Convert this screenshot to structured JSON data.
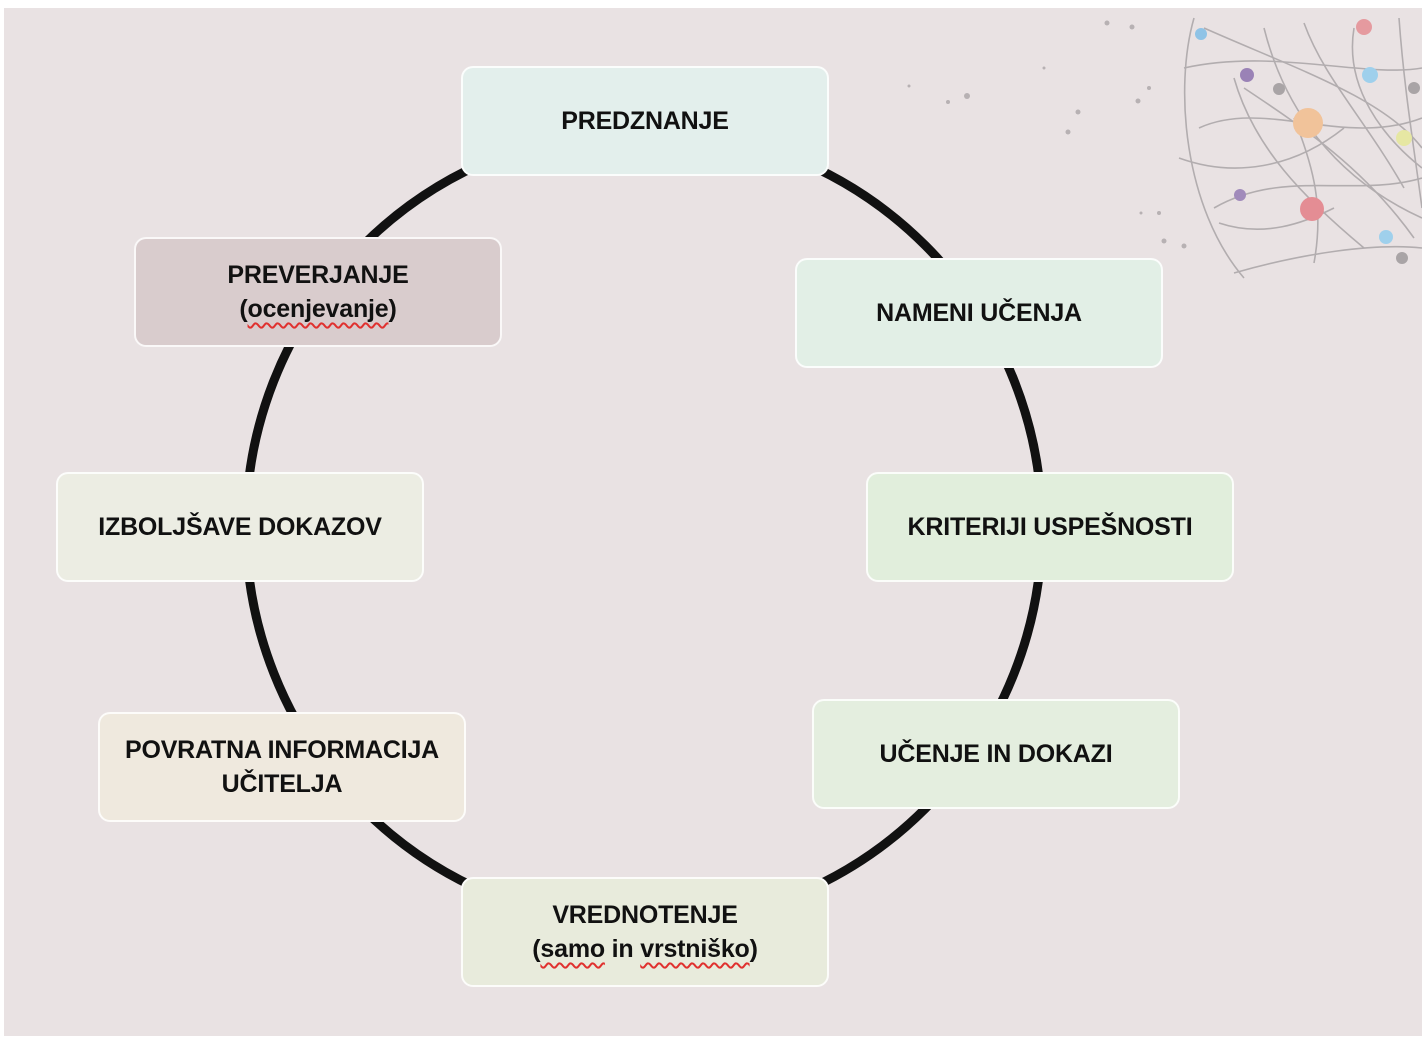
{
  "diagram": {
    "type": "cycle",
    "nodes": [
      {
        "id": "predznanje",
        "lines": [
          {
            "text": "PREDZNANJE"
          }
        ]
      },
      {
        "id": "nameni",
        "lines": [
          {
            "text": "NAMENI UČENJA"
          }
        ]
      },
      {
        "id": "kriteriji",
        "lines": [
          {
            "text": "KRITERIJI USPEŠNOSTI"
          }
        ]
      },
      {
        "id": "ucenje",
        "lines": [
          {
            "text": "UČENJE IN DOKAZI"
          }
        ]
      },
      {
        "id": "vrednotenje",
        "lines": [
          {
            "text": "VREDNOTENJE"
          },
          {
            "parts": [
              "(",
              "samo",
              " in ",
              "vrstniško",
              ")"
            ]
          }
        ]
      },
      {
        "id": "povratna",
        "lines": [
          {
            "text": "POVRATNA INFORMACIJA"
          },
          {
            "text": "UČITELJA"
          }
        ]
      },
      {
        "id": "izboljsave",
        "lines": [
          {
            "text": "IZBOLJŠAVE DOKAZOV"
          }
        ]
      },
      {
        "id": "preverjanje",
        "lines": [
          {
            "text": "PREVERJANJE"
          },
          {
            "parts": [
              "(",
              "ocenjevanje",
              ")"
            ]
          }
        ]
      }
    ]
  },
  "colors": {
    "background": "#e9e2e3",
    "ring": "#111111",
    "spellcheck_underline": "#e0312f",
    "decoration_lines": "#a9a4a6"
  }
}
